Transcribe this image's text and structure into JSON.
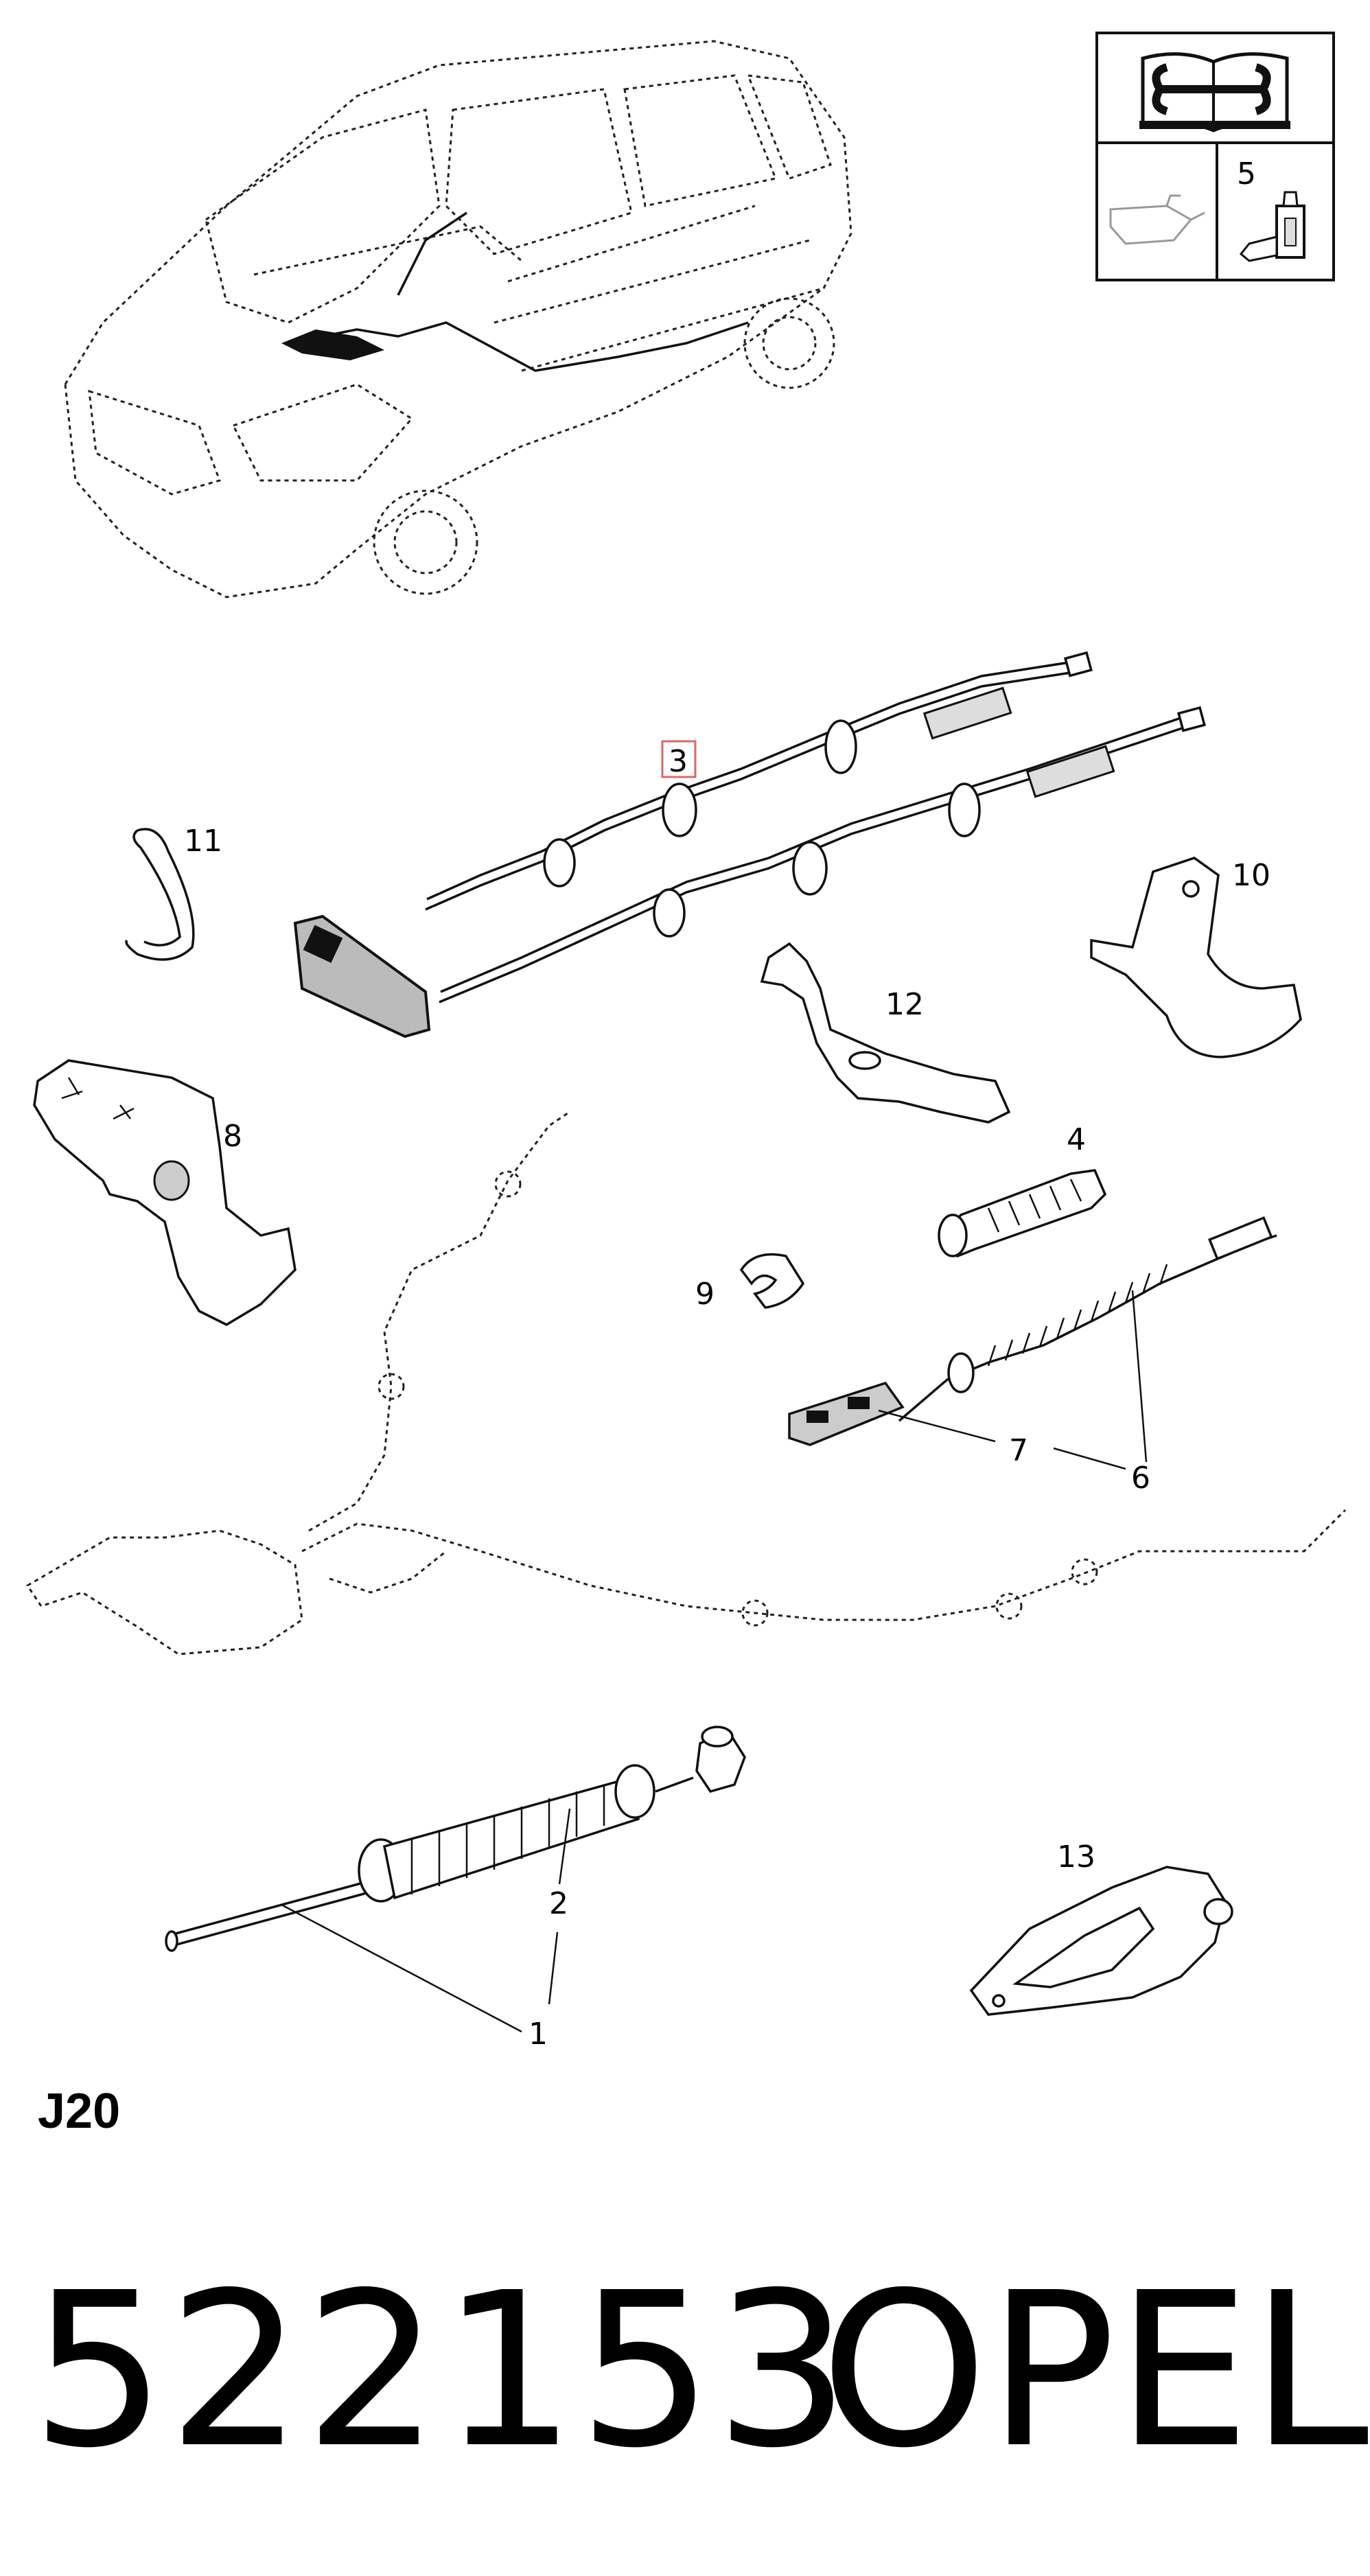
{
  "callouts": {
    "c1": "1",
    "c2": "2",
    "c3": "3",
    "c4": "4",
    "c5": "5",
    "c6": "6",
    "c7": "7",
    "c8": "8",
    "c9": "9",
    "c10": "10",
    "c11": "11",
    "c12": "12",
    "c13": "13"
  },
  "section_code": "J20",
  "part_number": "522153",
  "brand": "OPEL",
  "icons": {
    "manual": "book-wrench-icon",
    "oil": "oil-can-icon",
    "sealant": "sealant-tube-icon"
  },
  "colors": {
    "highlight_box": "#e06666",
    "line": "#111111"
  }
}
